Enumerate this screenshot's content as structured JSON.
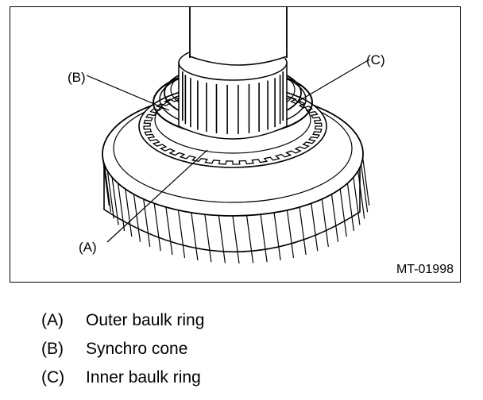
{
  "figure": {
    "id_label": "MT-01998",
    "callouts": {
      "a": "(A)",
      "b": "(B)",
      "c": "(C)"
    }
  },
  "legend": [
    {
      "key": "(A)",
      "text": "Outer baulk ring"
    },
    {
      "key": "(B)",
      "text": "Synchro cone"
    },
    {
      "key": "(C)",
      "text": "Inner baulk ring"
    }
  ]
}
